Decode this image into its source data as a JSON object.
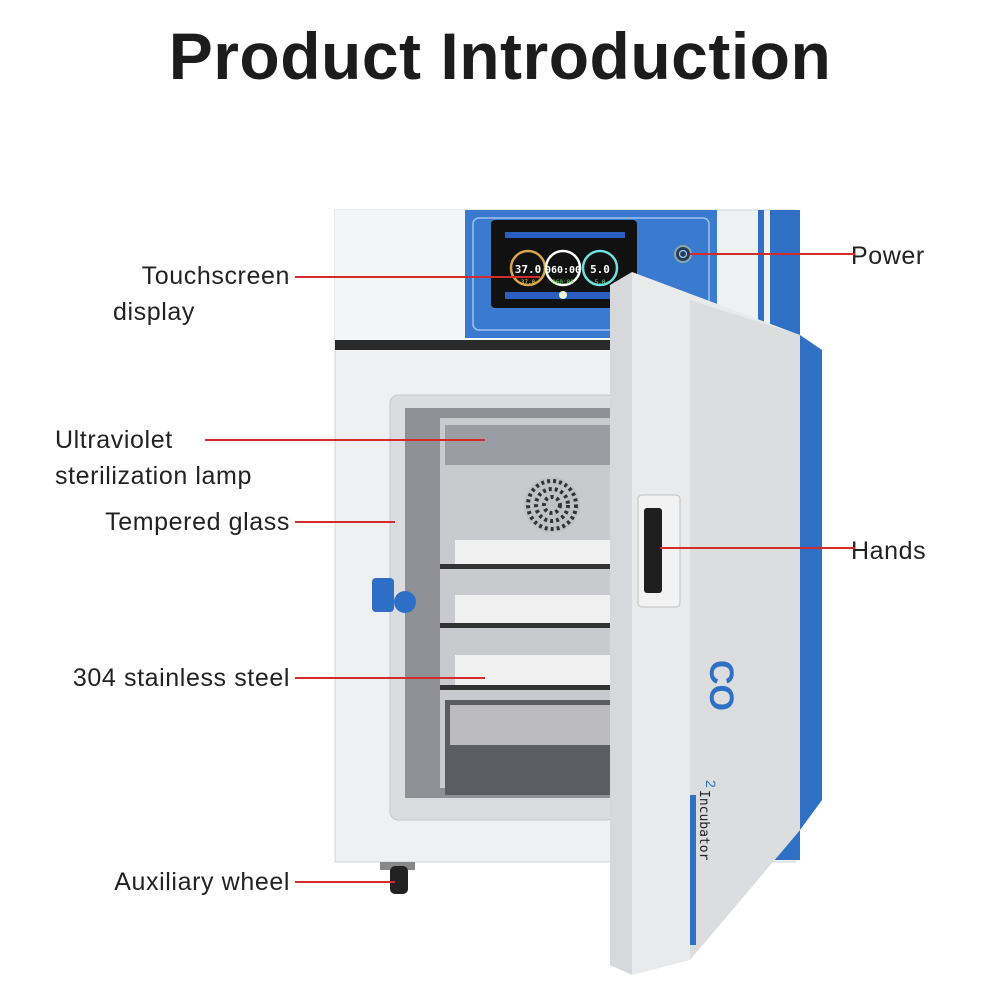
{
  "title": "Product Introduction",
  "labels": {
    "touchscreen": [
      "Touchscreen",
      "display"
    ],
    "power": "Power",
    "uv_lamp": [
      "Ultraviolet",
      "sterilization lamp"
    ],
    "glass": "Tempered glass",
    "hands": "Hands",
    "steel": "304 stainless steel",
    "wheel": "Auxiliary wheel"
  },
  "screen": {
    "temp": "37.0",
    "temp_set": "37.0",
    "time": "060:00",
    "time_set": "060:00",
    "co2": "5.0",
    "co2_set": "5.0"
  },
  "logo": "CO2 Incubator",
  "colors": {
    "accent": "#2f6fc4",
    "callout": "#d42b2b"
  }
}
